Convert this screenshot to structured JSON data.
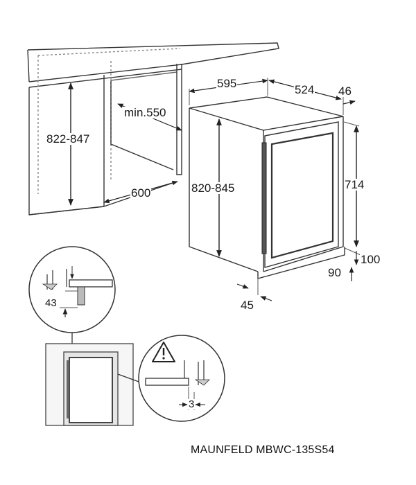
{
  "dimensions": {
    "cabinet_height": "822-847",
    "min_depth": "min.550",
    "niche_width": "600",
    "appliance_width": "595",
    "appliance_depth": "524",
    "door_depth": "46",
    "appliance_height": "820-845",
    "door_height": "714",
    "plinth_vent": "100",
    "feet_offset": "90",
    "front_offset": "45",
    "detail_gap": "43",
    "side_gap": "3"
  },
  "caption": "MAUNFELD MBWC-135S54",
  "icons": {
    "warning": "warning-icon"
  }
}
